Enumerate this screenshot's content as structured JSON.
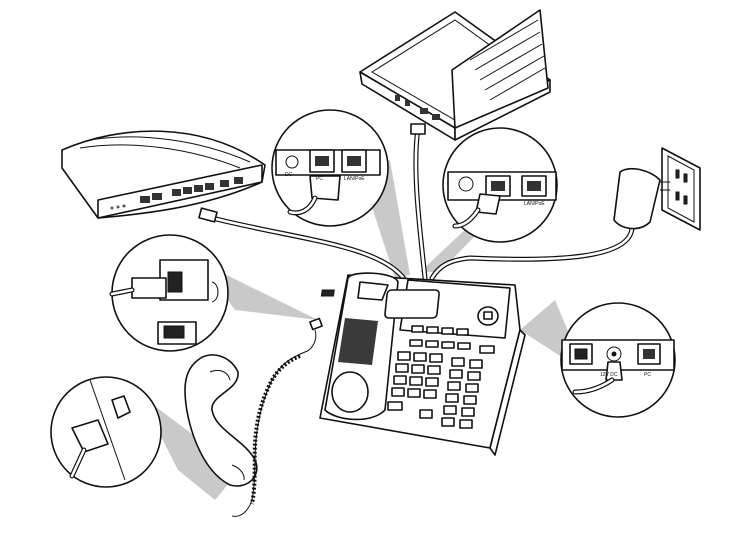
{
  "diagram": {
    "connections": [
      {
        "from": "router",
        "to": "phone-lan-port"
      },
      {
        "from": "laptop",
        "to": "phone-pc-port"
      },
      {
        "from": "power-adapter",
        "to": "phone-dc-jack"
      },
      {
        "from": "handset",
        "to": "phone-handset-jack"
      }
    ],
    "callouts": {
      "top_left": {
        "labels": [
          "DC",
          "PC",
          "LAN/PoE"
        ]
      },
      "top_right": {
        "labels": [
          "LAN/PoE"
        ]
      },
      "right": {
        "labels": [
          "12V DC",
          "PC"
        ]
      }
    }
  },
  "colors": {
    "ink": "#111111",
    "shade": "#c9c9c9",
    "background": "#ffffff"
  },
  "icons": [
    "router-icon",
    "laptop-icon",
    "power-adapter-icon",
    "wall-outlet-icon",
    "ip-phone-icon",
    "handset-icon",
    "coiled-cord-icon",
    "rj45-plug-icon",
    "rj11-plug-icon"
  ]
}
